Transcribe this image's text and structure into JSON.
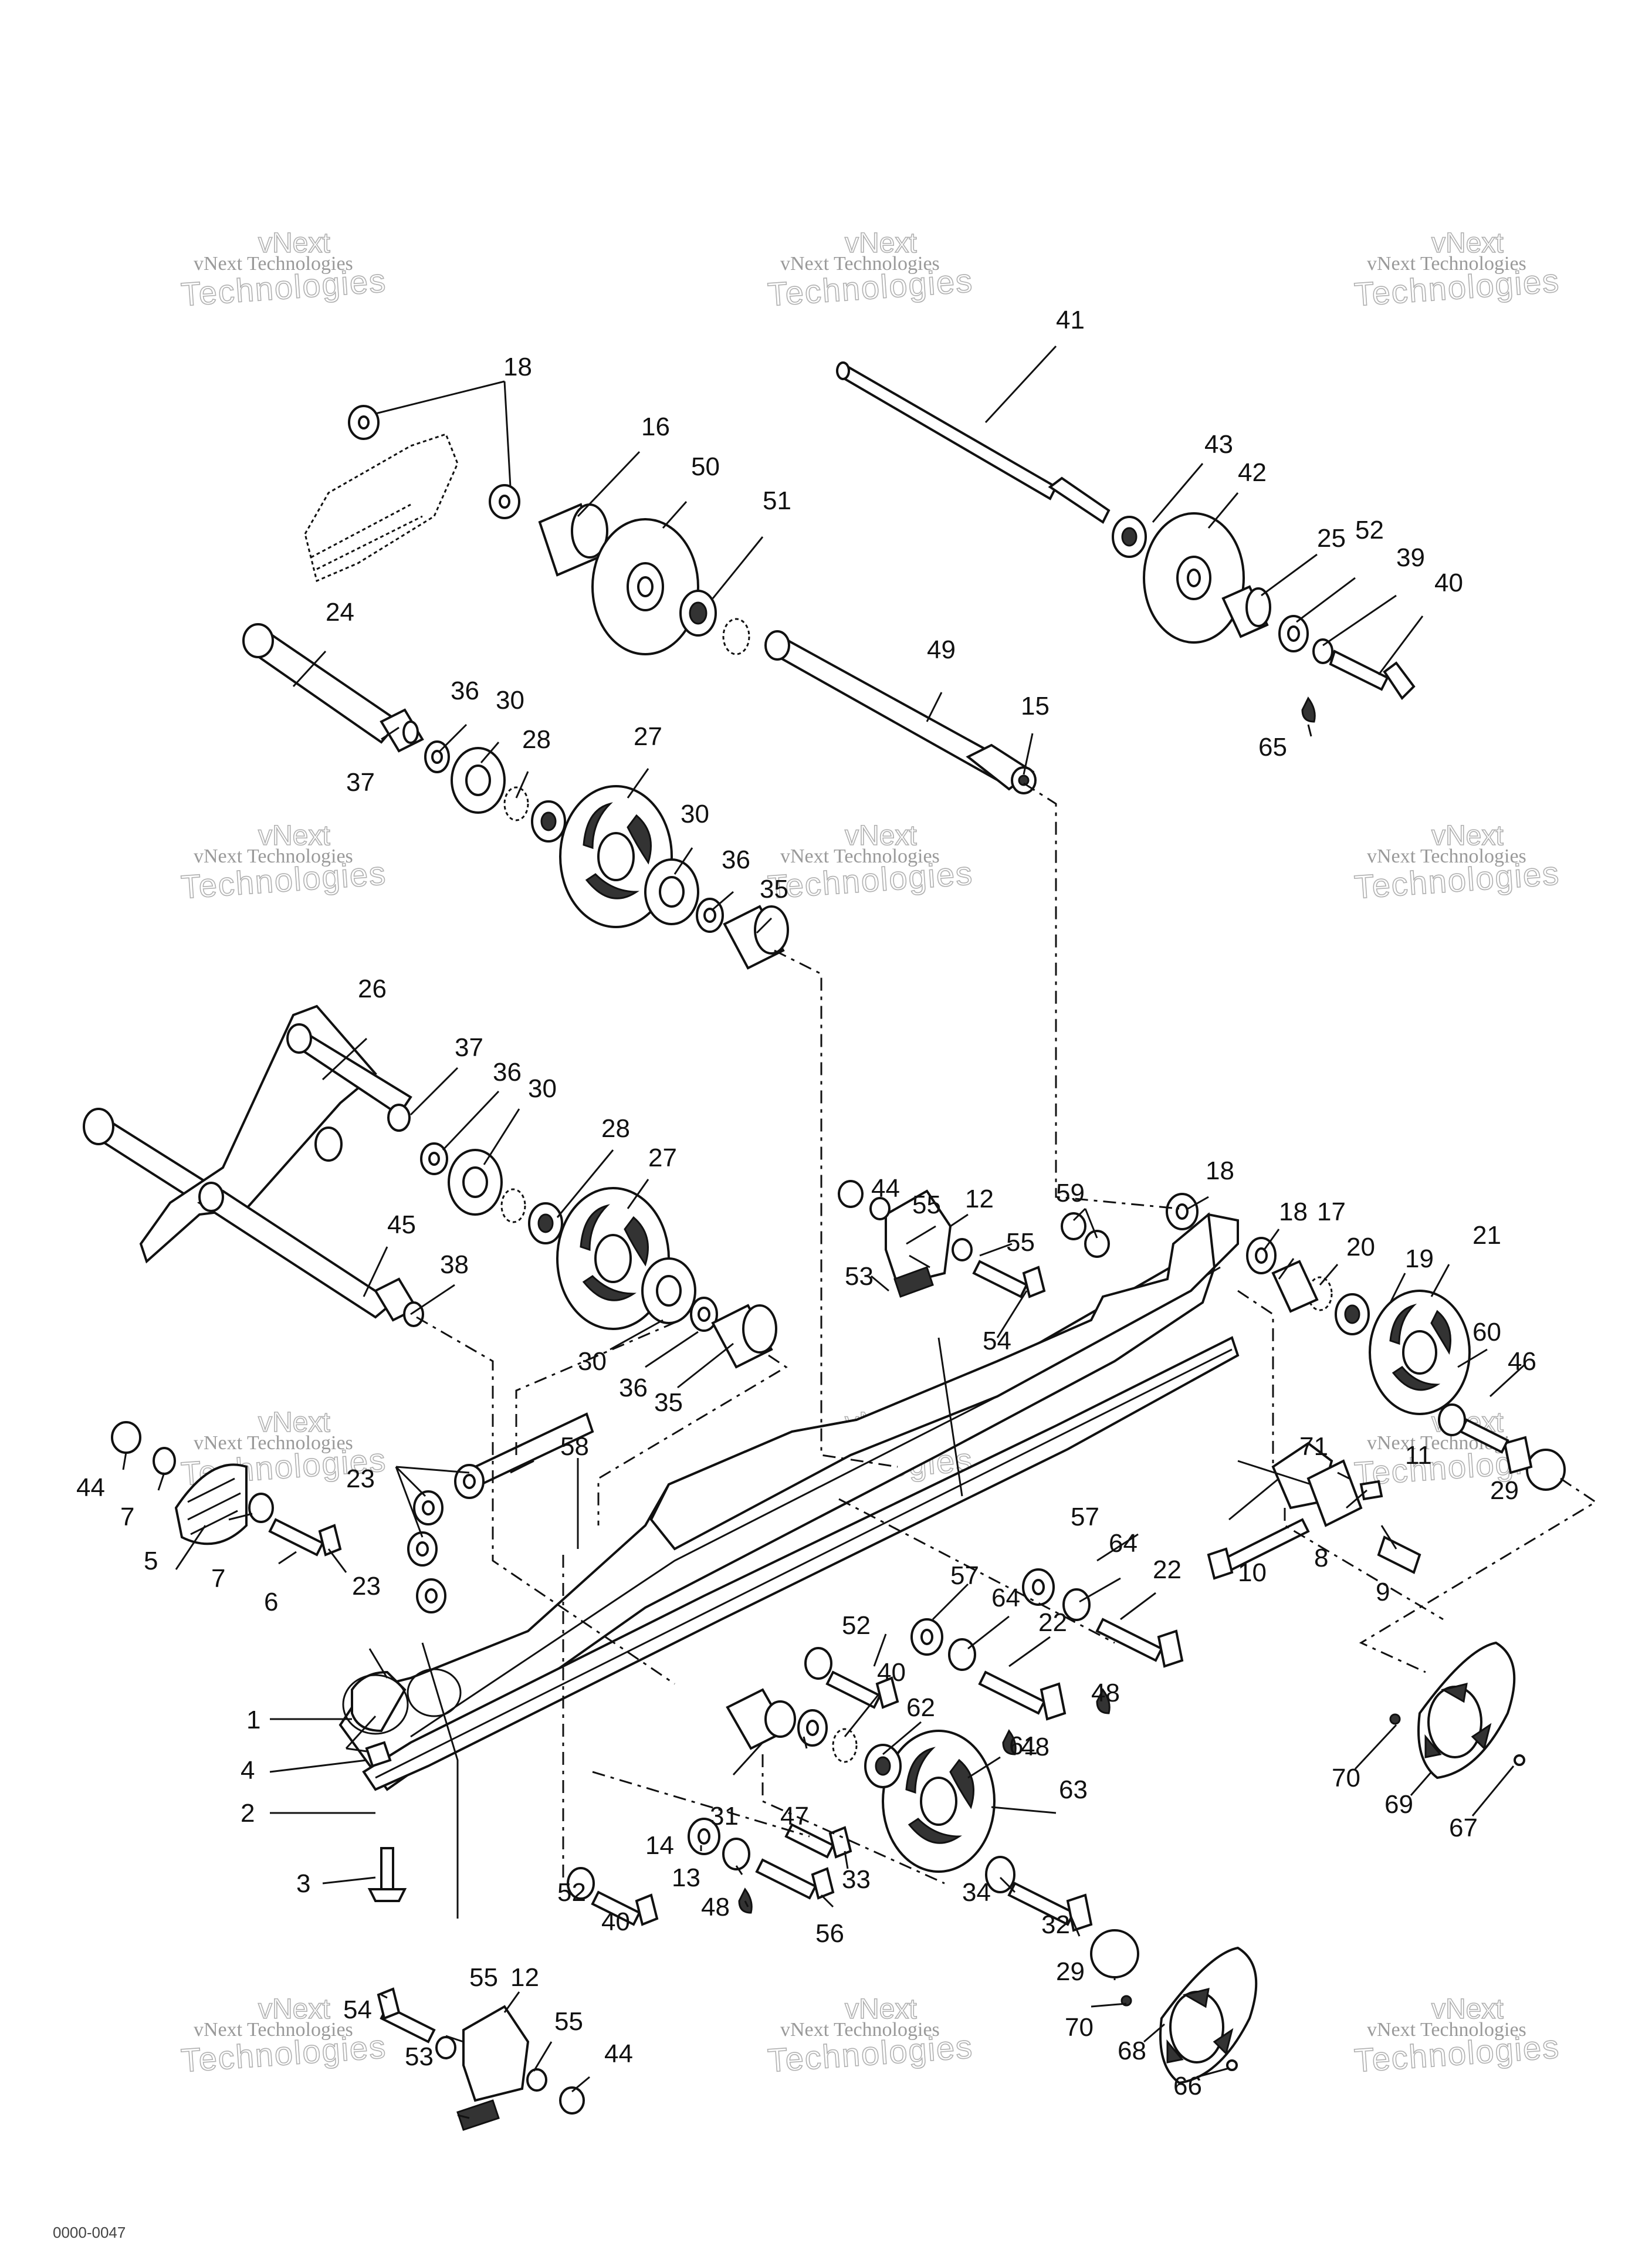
{
  "watermark": {
    "line1": "vNext Technologies",
    "line2": "Technologies",
    "line3": "vNext"
  },
  "footer": "0000-0047",
  "labels": [
    "1",
    "2",
    "3",
    "4",
    "5",
    "6",
    "7",
    "8",
    "9",
    "10",
    "11",
    "12",
    "13",
    "14",
    "15",
    "16",
    "17",
    "18",
    "19",
    "20",
    "21",
    "22",
    "23",
    "24",
    "25",
    "26",
    "27",
    "28",
    "29",
    "30",
    "31",
    "32",
    "33",
    "34",
    "35",
    "36",
    "37",
    "38",
    "39",
    "40",
    "41",
    "42",
    "43",
    "44",
    "45",
    "46",
    "47",
    "48",
    "49",
    "50",
    "51",
    "52",
    "53",
    "54",
    "55",
    "56",
    "57",
    "58",
    "59",
    "60",
    "61",
    "62",
    "63",
    "64",
    "65",
    "66",
    "67",
    "68",
    "69",
    "70",
    "71"
  ]
}
